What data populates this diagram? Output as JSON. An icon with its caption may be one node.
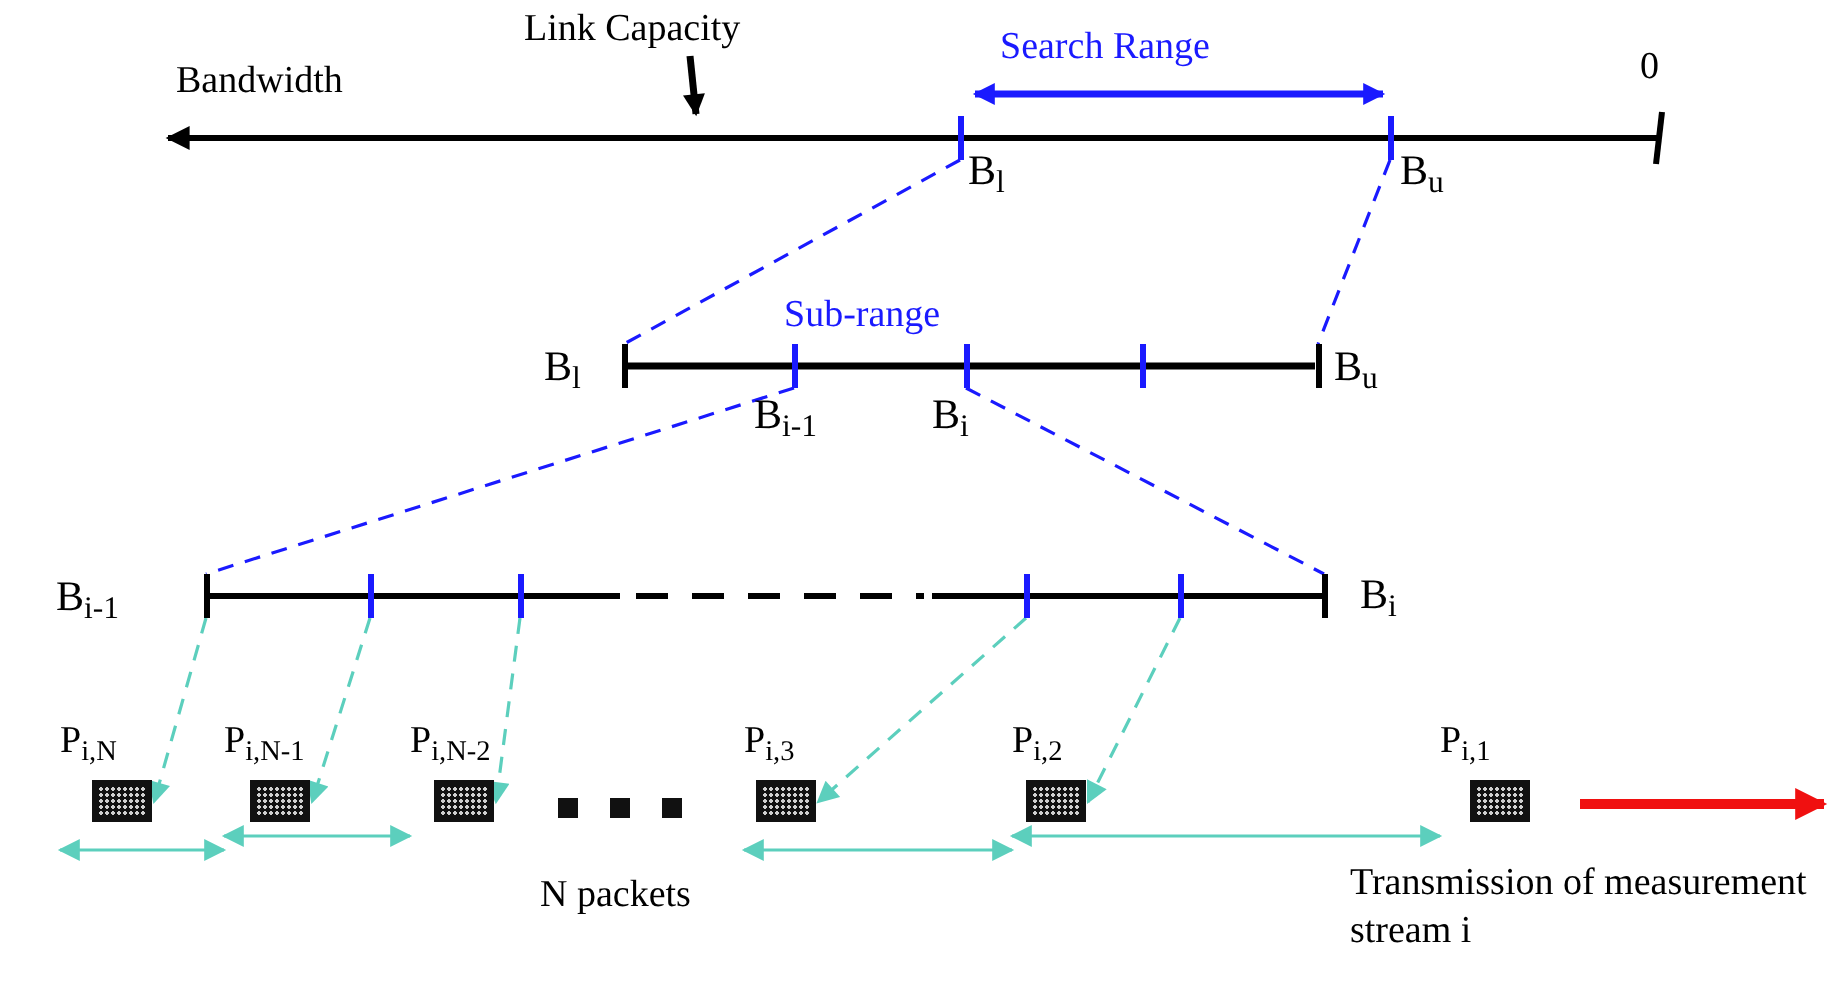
{
  "diagram": {
    "nodes": [
      {
        "text": [],
        "shape": "bar",
        "beside": [
          "B$_{l}$"
        ]
      },
      {
        "text": [],
        "shape": "bar",
        "beside": [
          "B$_{u}$"
        ]
      },
      {
        "text": [],
        "shape": "bar",
        "beside": [
          "B$_{l}$"
        ]
      },
      {
        "text": [],
        "shape": "bar",
        "beside": [
          "B$_{i-1}$"
        ]
      },
      {
        "text": [],
        "shape": "bar",
        "beside": [
          "B$_{i}$"
        ]
      },
      {
        "text": [],
        "shape": "bar"
      },
      {
        "text": [],
        "shape": "bar",
        "beside": [
          "B$_{u}$"
        ]
      },
      {
        "text": [],
        "shape": "bar",
        "beside": [
          "B$_{i-1}$"
        ]
      },
      {
        "text": [],
        "shape": "bar"
      },
      {
        "text": [],
        "shape": "bar"
      },
      {
        "text": [],
        "shape": "bar"
      },
      {
        "text": [],
        "shape": "bar"
      },
      {
        "text": [],
        "shape": "bar",
        "beside": [
          "B$_{i}$"
        ]
      },
      {
        "text": [
          "P$_{i,N}$"
        ]
      },
      {
        "text": [
          "P$_{i,N-1}$"
        ]
      },
      {
        "text": [
          "P$_{i,N-2}$"
        ]
      },
      {
        "text": [
          "P$_{i,3}$"
        ]
      },
      {
        "text": [
          "P$_{i,2}$"
        ]
      },
      {
        "text": [
          "P$_{i,1}$"
        ]
      },
      {
        "text": [
          "Link Capacity"
        ]
      }
    ],
    "edges": [
      {
        "from": 0,
        "to": 1,
        "arrow": "both",
        "label": "Search Range",
        "style": "thick",
        "color": "#1a1aff"
      },
      {
        "from": 0,
        "to": 2,
        "arrow": "none",
        "style": "dashed",
        "color": "#1a1aff"
      },
      {
        "from": 1,
        "to": 6,
        "arrow": "none",
        "style": "dashed",
        "color": "#1a1aff"
      },
      {
        "from": 2,
        "to": 6,
        "arrow": "none",
        "style": "thick",
        "color": "#000000"
      },
      {
        "from": 3,
        "to": 7,
        "arrow": "none",
        "style": "dashed",
        "color": "#1a1aff"
      },
      {
        "from": 4,
        "to": 12,
        "arrow": "none",
        "style": "dashed",
        "color": "#1a1aff"
      },
      {
        "from": 7,
        "to": 13,
        "arrow": "to",
        "style": "dashed"
      },
      {
        "from": 8,
        "to": 14,
        "arrow": "to",
        "style": "dashed"
      },
      {
        "from": 9,
        "to": 15,
        "arrow": "to",
        "style": "dashed"
      },
      {
        "from": 10,
        "to": 16,
        "arrow": "to",
        "style": "dashed"
      },
      {
        "from": 11,
        "to": 17,
        "arrow": "to",
        "style": "dashed"
      },
      {
        "from": 13,
        "to": 14,
        "arrow": "both"
      },
      {
        "from": 14,
        "to": 15,
        "arrow": "both"
      },
      {
        "from": 16,
        "to": 17,
        "arrow": "both"
      },
      {
        "from": 17,
        "to": 18,
        "arrow": "both"
      },
      {
        "from": 19,
        "to": null,
        "arrow": "to",
        "style": "thick",
        "color": "#000000"
      }
    ],
    "labels": [
      "Bandwidth",
      "0",
      "Sub-range",
      "N packets",
      "Transmission of measurement stream i"
    ]
  }
}
